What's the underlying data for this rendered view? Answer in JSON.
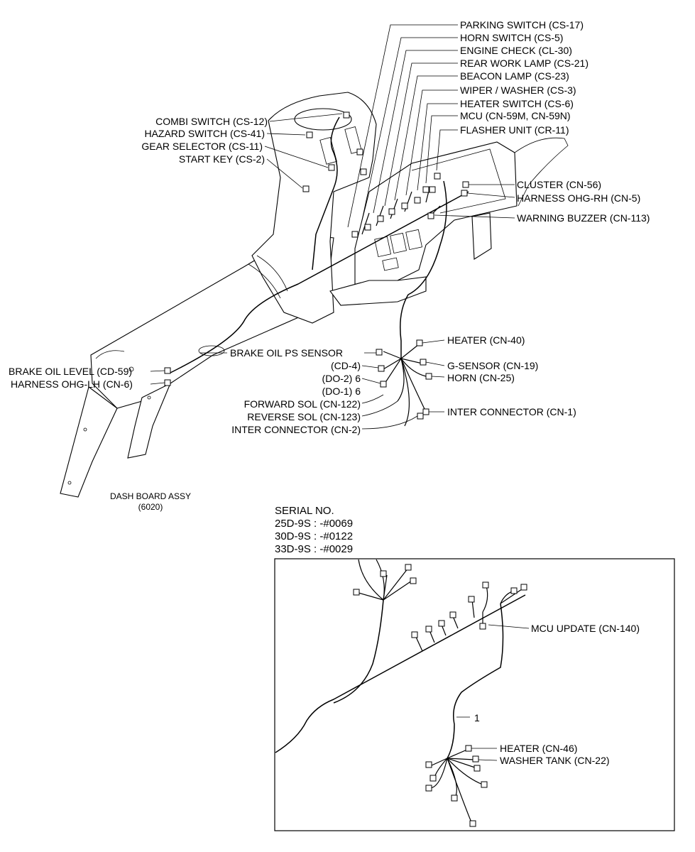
{
  "labels": {
    "parking_switch": "PARKING SWITCH (CS-17)",
    "horn_switch": "HORN SWITCH (CS-5)",
    "engine_check": "ENGINE CHECK (CL-30)",
    "rear_work_lamp": "REAR WORK LAMP (CS-21)",
    "beacon_lamp": "BEACON LAMP (CS-23)",
    "wiper_washer": "WIPER / WASHER (CS-3)",
    "heater_switch": "HEATER SWITCH (CS-6)",
    "mcu": "MCU (CN-59M, CN-59N)",
    "flasher_unit": "FLASHER UNIT (CR-11)",
    "combi_switch": "COMBI SWITCH (CS-12)",
    "hazard_switch": "HAZARD SWITCH (CS-41)",
    "gear_selector": "GEAR SELECTOR (CS-11)",
    "start_key": "START KEY (CS-2)",
    "cluster": "CLUSTER (CN-56)",
    "harness_ohg_rh": "HARNESS OHG-RH (CN-5)",
    "warning_buzzer": "WARNING BUZZER (CN-113)",
    "brake_oil_ps_sensor": "BRAKE OIL PS SENSOR",
    "cd4": "(CD-4)",
    "do2": "(DO-2) 6",
    "do1": "(DO-1) 6",
    "forward_sol": "FORWARD SOL (CN-122)",
    "reverse_sol": "REVERSE SOL (CN-123)",
    "inter_connector_2": "INTER CONNECTOR (CN-2)",
    "brake_oil_level": "BRAKE OIL LEVEL (CD-59)",
    "harness_ohg_lh": "HARNESS OHG-LH (CN-6)",
    "heater_cn40": "HEATER (CN-40)",
    "g_sensor": "G-SENSOR (CN-19)",
    "horn_cn25": "HORN (CN-25)",
    "inter_connector_1": "INTER CONNECTOR (CN-1)"
  },
  "caption": {
    "line1": "DASH BOARD ASSY",
    "line2": "(6020)"
  },
  "serial": {
    "title": "SERIAL NO.",
    "rows": [
      "25D-9S : -#0069",
      "30D-9S : -#0122",
      "33D-9S : -#0029"
    ]
  },
  "inset": {
    "mcu_update": "MCU UPDATE (CN-140)",
    "item_number": "1",
    "heater_cn46": "HEATER (CN-46)",
    "washer_tank": "WASHER TANK (CN-22)"
  }
}
